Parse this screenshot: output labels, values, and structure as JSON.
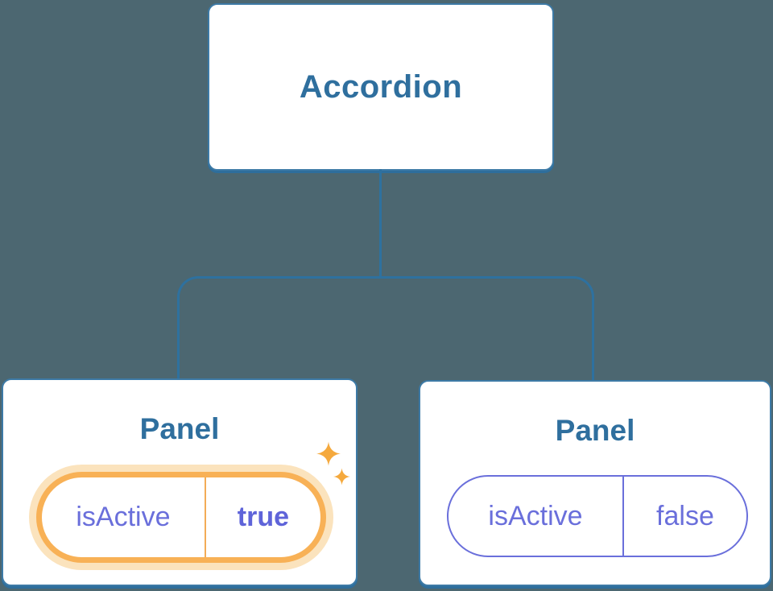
{
  "diagram": {
    "type": "component-tree",
    "root": {
      "label": "Accordion"
    },
    "panels": [
      {
        "title": "Panel",
        "prop_name": "isActive",
        "prop_value": "true",
        "highlighted": true,
        "note": "highlighted with orange glow and sparkles (state just changed)"
      },
      {
        "title": "Panel",
        "prop_name": "isActive",
        "prop_value": "false",
        "highlighted": false
      }
    ]
  },
  "colors": {
    "background": "#4C6771",
    "box_border_blue": "#3d7aa6",
    "box_shadow_blue": "#2e6e9c",
    "connector_blue": "#2e719f",
    "title_text_blue": "#2f6f9e",
    "state_text_purple": "#6a6fdb",
    "state_value_bold_purple": "#5f64d9",
    "highlight_border_orange": "#f8b156",
    "highlight_halo_orange": "#fbe3bd",
    "sparkle_orange": "#f5a93d"
  }
}
